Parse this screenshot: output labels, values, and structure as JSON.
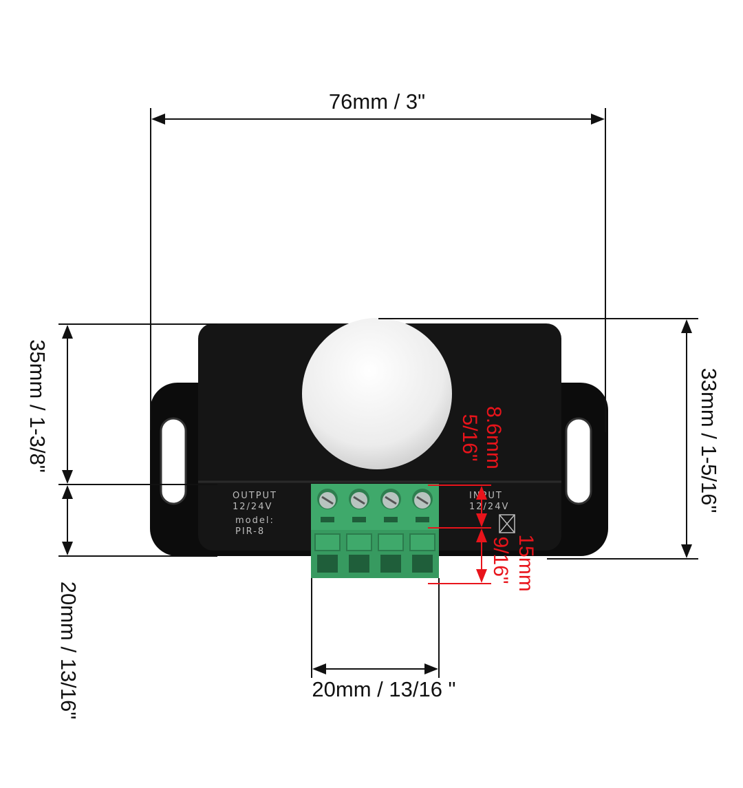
{
  "dimensions": {
    "width_total": "76mm / 3\"",
    "height_body": "35mm / 1-3/8\"",
    "height_terminal": "20mm / 13/16\"",
    "height_right": "33mm / 1-5/16\"",
    "terminal_width": "20mm / 13/16  \"",
    "terminal_top": {
      "mm": "8.6mm",
      "inch": "5/16\""
    },
    "terminal_depth": {
      "mm": "15mm",
      "inch": "9/16\""
    }
  },
  "device_print": {
    "output_label": "OUTPUT",
    "output_voltage": "12/24V",
    "model_label": "model:",
    "model": "PIR-8",
    "input_label": "INPUT",
    "input_voltage": "12/24V"
  },
  "colors": {
    "body": "#111111",
    "terminal": "#3fa96b",
    "accent": "#e8141b"
  }
}
